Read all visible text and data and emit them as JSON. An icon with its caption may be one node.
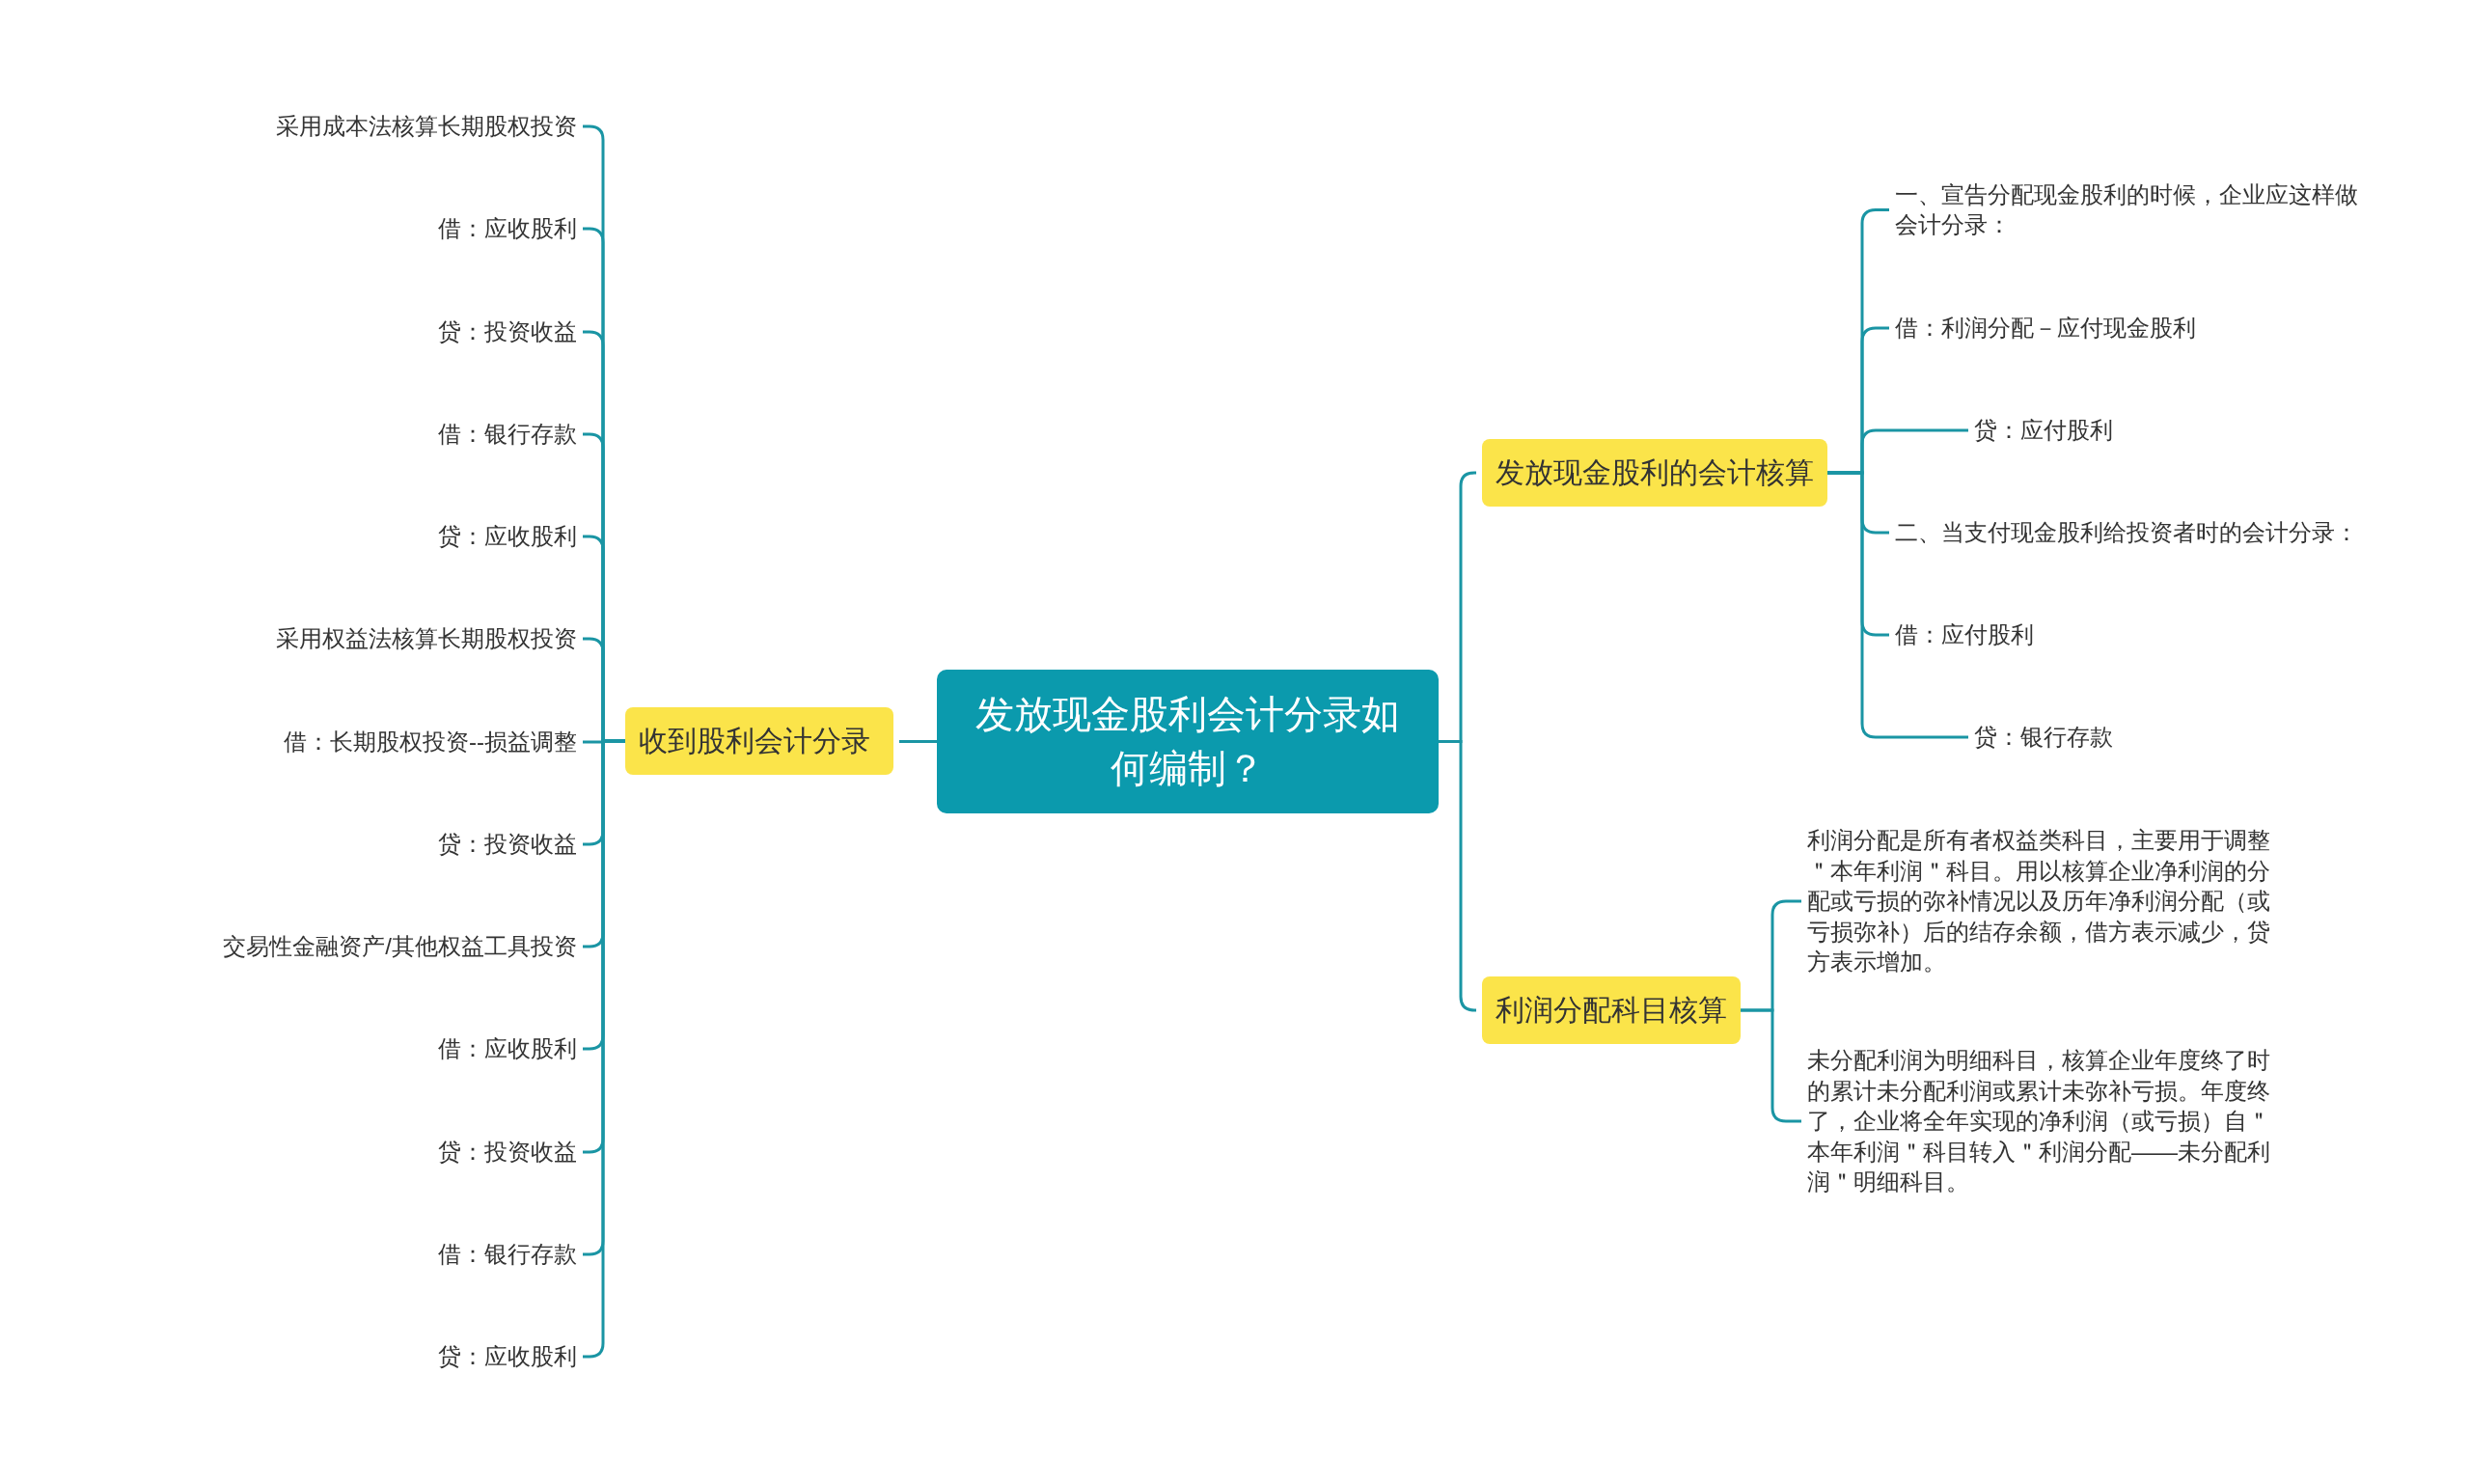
{
  "diagram": {
    "nodes": [
      {
        "text": [
          "发放现金股利会计分录如何编制？"
        ]
      },
      {
        "text": [
          "收到股利会计分录"
        ]
      },
      {
        "text": [
          "采用成本法核算长期股权投资"
        ]
      },
      {
        "text": [
          "借：应收股利"
        ]
      },
      {
        "text": [
          "贷：投资收益"
        ]
      },
      {
        "text": [
          "借：银行存款"
        ]
      },
      {
        "text": [
          "贷：应收股利"
        ]
      },
      {
        "text": [
          "采用权益法核算长期股权投资"
        ]
      },
      {
        "text": [
          "借：长期股权投资--损益调整"
        ]
      },
      {
        "text": [
          "贷：投资收益"
        ]
      },
      {
        "text": [
          "交易性金融资产/其他权益工具投资"
        ]
      },
      {
        "text": [
          "借：应收股利"
        ]
      },
      {
        "text": [
          "贷：投资收益"
        ]
      },
      {
        "text": [
          "借：银行存款"
        ]
      },
      {
        "text": [
          "贷：应收股利"
        ]
      },
      {
        "text": [
          "发放现金股利的会计核算"
        ]
      },
      {
        "text": [
          "一、宣告分配现金股利的时候，企业应这样做会计分录："
        ]
      },
      {
        "text": [
          "借：利润分配－应付现金股利"
        ]
      },
      {
        "text": [
          "贷：应付股利"
        ]
      },
      {
        "text": [
          "二、当支付现金股利给投资者时的会计分录："
        ]
      },
      {
        "text": [
          "借：应付股利"
        ]
      },
      {
        "text": [
          "贷：银行存款"
        ]
      },
      {
        "text": [
          "利润分配科目核算"
        ]
      },
      {
        "text": [
          "利润分配是所有者权益类科目，主要用于调整＂本年利润＂科目。用以核算企业净利润的分配或亏损的弥补情况以及历年净利润分配（或亏损弥补）后的结存余额，借方表示减少，贷方表示增加。"
        ]
      },
      {
        "text": [
          "未分配利润为明细科目，核算企业年度终了时的累计未分配利润或累计未弥补亏损。年度终了，企业将全年实现的净利润（或亏损）自＂本年利润＂科目转入＂利润分配——未分配利润＂明细科目。"
        ]
      }
    ],
    "edges": [
      {
        "from": 0,
        "to": 1,
        "arrow": "none"
      },
      {
        "from": 1,
        "to": 2,
        "arrow": "none"
      },
      {
        "from": 1,
        "to": 3,
        "arrow": "none"
      },
      {
        "from": 1,
        "to": 4,
        "arrow": "none"
      },
      {
        "from": 1,
        "to": 5,
        "arrow": "none"
      },
      {
        "from": 1,
        "to": 6,
        "arrow": "none"
      },
      {
        "from": 1,
        "to": 7,
        "arrow": "none"
      },
      {
        "from": 1,
        "to": 8,
        "arrow": "none"
      },
      {
        "from": 1,
        "to": 9,
        "arrow": "none"
      },
      {
        "from": 1,
        "to": 10,
        "arrow": "none"
      },
      {
        "from": 1,
        "to": 11,
        "arrow": "none"
      },
      {
        "from": 1,
        "to": 12,
        "arrow": "none"
      },
      {
        "from": 1,
        "to": 13,
        "arrow": "none"
      },
      {
        "from": 1,
        "to": 14,
        "arrow": "none"
      },
      {
        "from": 0,
        "to": 15,
        "arrow": "none"
      },
      {
        "from": 15,
        "to": 16,
        "arrow": "none"
      },
      {
        "from": 15,
        "to": 17,
        "arrow": "none"
      },
      {
        "from": 15,
        "to": 18,
        "arrow": "none"
      },
      {
        "from": 15,
        "to": 19,
        "arrow": "none"
      },
      {
        "from": 15,
        "to": 20,
        "arrow": "none"
      },
      {
        "from": 15,
        "to": 21,
        "arrow": "none"
      },
      {
        "from": 0,
        "to": 22,
        "arrow": "none"
      },
      {
        "from": 22,
        "to": 23,
        "arrow": "none"
      },
      {
        "from": 22,
        "to": 24,
        "arrow": "none"
      }
    ]
  }
}
